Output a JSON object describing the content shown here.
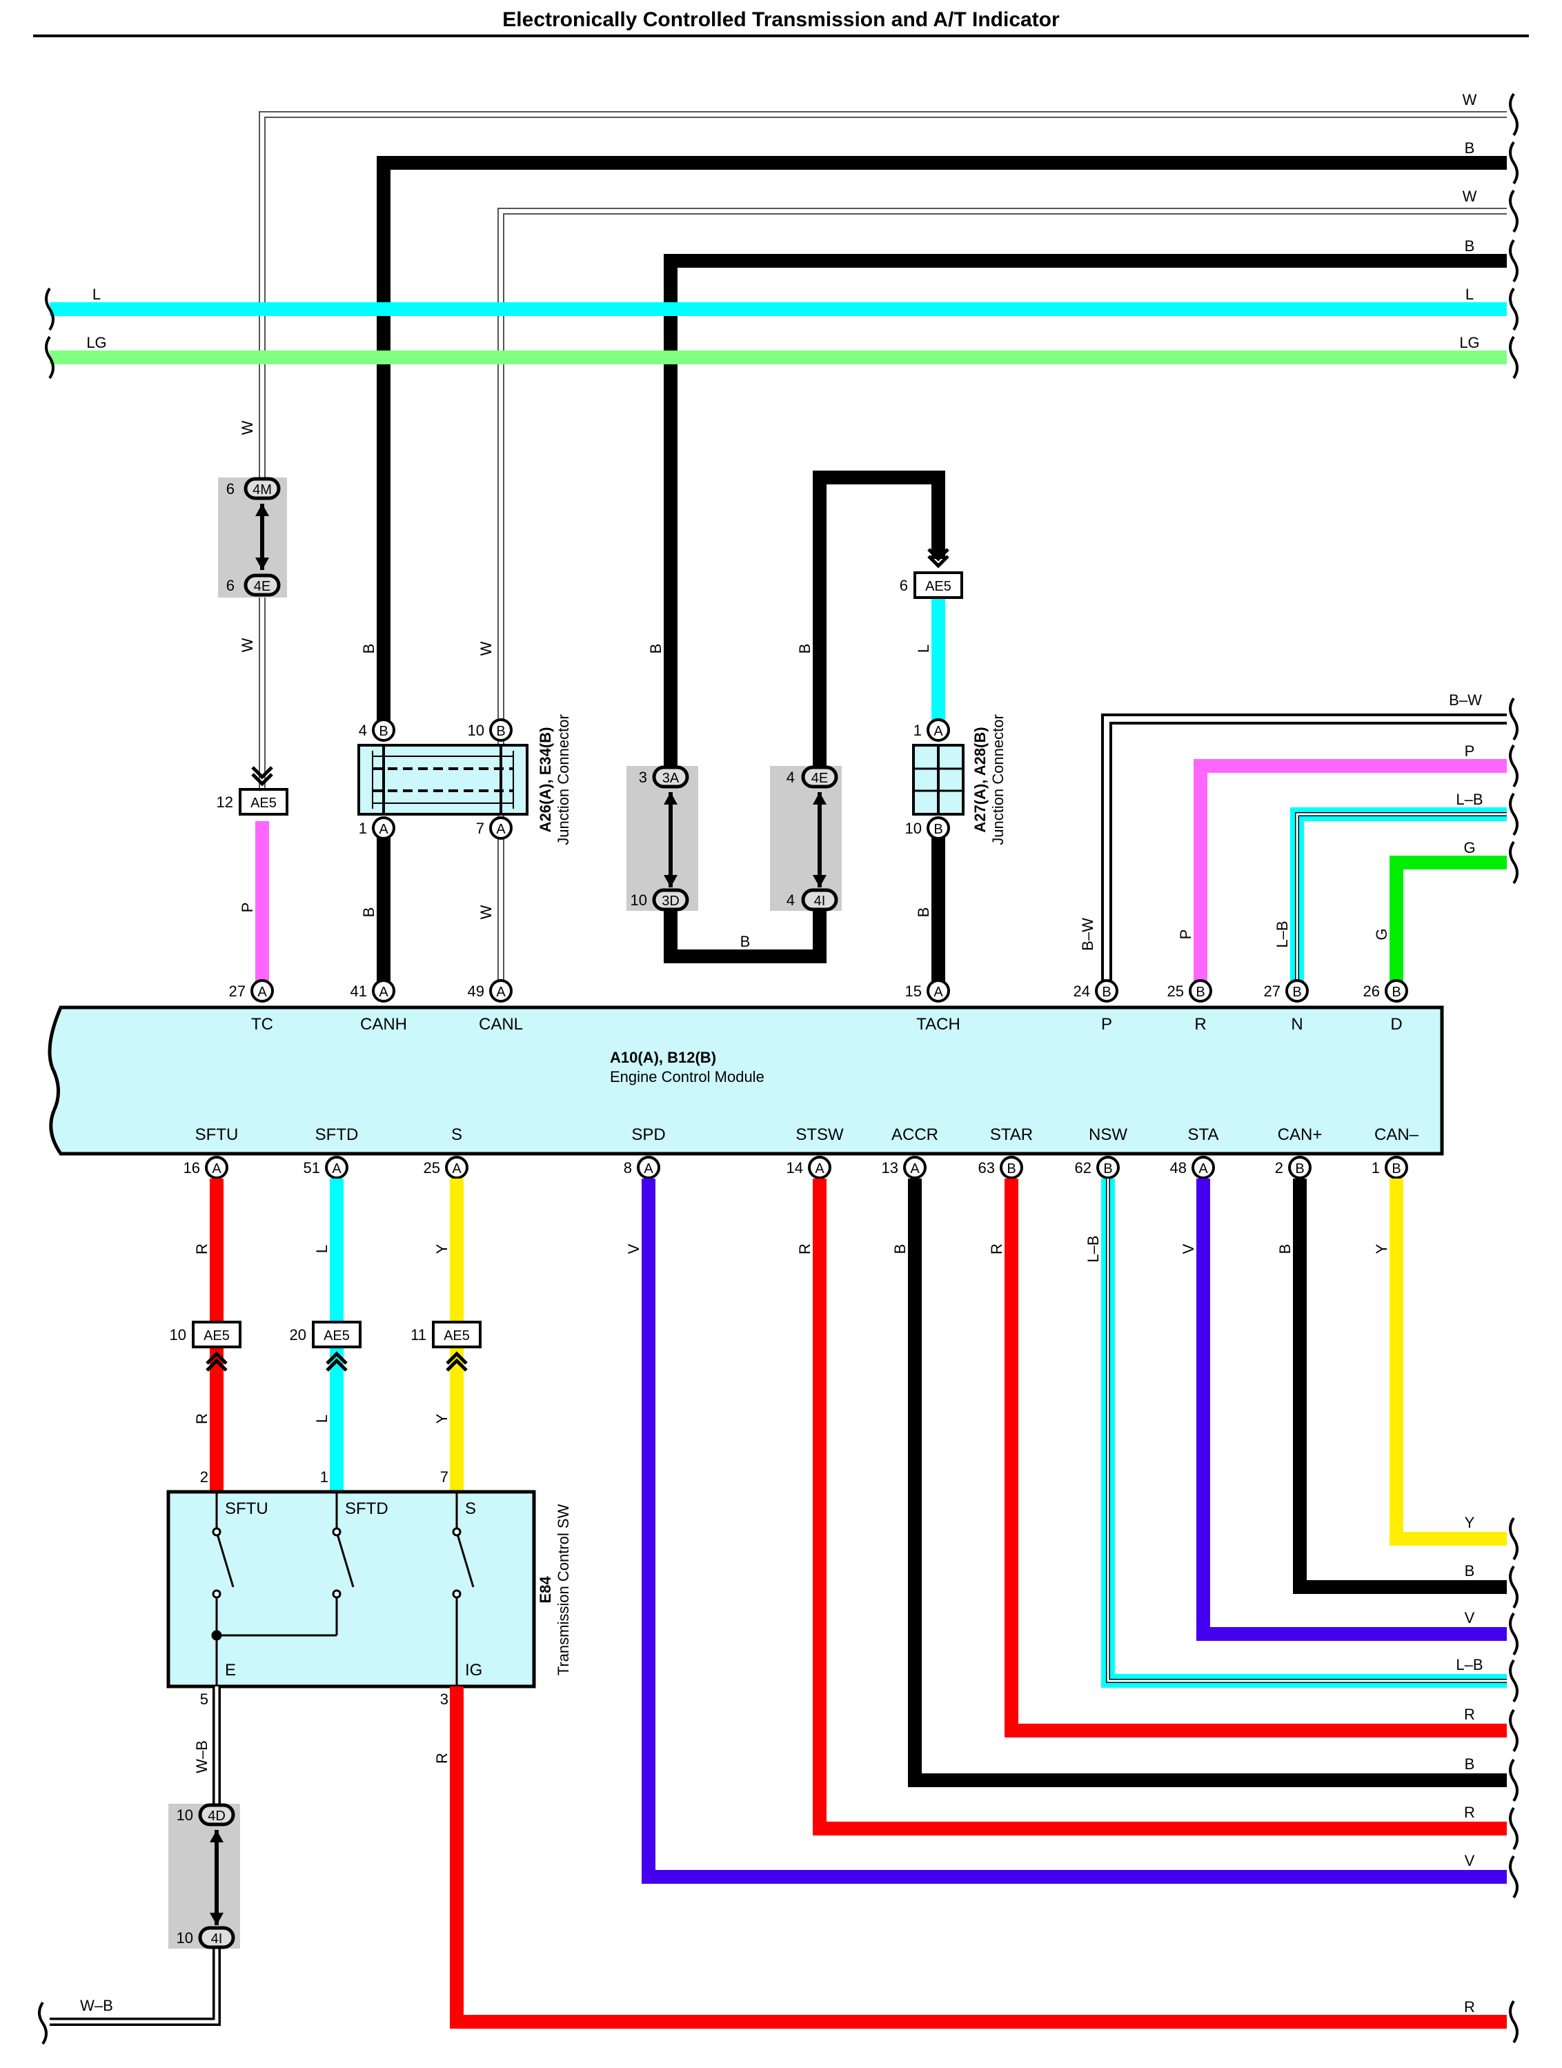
{
  "title": "Electronically Controlled Transmission and A/T Indicator",
  "colors": {
    "W": "#ffffff",
    "B": "#000000",
    "L": "#00ffff",
    "LG": "#80ff80",
    "P": "#ff66ff",
    "G": "#00ee00",
    "R": "#ff0000",
    "Y": "#ffee00",
    "V": "#4400ee",
    "module_fill": "#ccf7fb",
    "connector_shade": "#cccccc"
  },
  "top_wires": [
    "W",
    "B",
    "W",
    "B",
    "L",
    "LG"
  ],
  "right_wires_upper": [
    "B–W",
    "P",
    "L–B",
    "G"
  ],
  "right_wires_lower": [
    "Y",
    "B",
    "V",
    "L–B",
    "R",
    "B",
    "R",
    "V",
    "R"
  ],
  "left_wires": [
    "L",
    "LG",
    "W–B"
  ],
  "ecm": {
    "code": "A10(A), B12(B)",
    "name": "Engine Control Module",
    "top_pins": [
      {
        "num": "27",
        "conn": "A",
        "signal": "TC",
        "wire": "P"
      },
      {
        "num": "41",
        "conn": "A",
        "signal": "CANH",
        "wire": "B"
      },
      {
        "num": "49",
        "conn": "A",
        "signal": "CANL",
        "wire": "W"
      },
      {
        "num": "15",
        "conn": "A",
        "signal": "TACH",
        "wire": "B"
      },
      {
        "num": "24",
        "conn": "B",
        "signal": "P",
        "wire": "B–W"
      },
      {
        "num": "25",
        "conn": "B",
        "signal": "R",
        "wire": "P"
      },
      {
        "num": "27",
        "conn": "B",
        "signal": "N",
        "wire": "L–B"
      },
      {
        "num": "26",
        "conn": "B",
        "signal": "D",
        "wire": "G"
      }
    ],
    "bottom_pins": [
      {
        "num": "16",
        "conn": "A",
        "signal": "SFTU",
        "wire": "R"
      },
      {
        "num": "51",
        "conn": "A",
        "signal": "SFTD",
        "wire": "L"
      },
      {
        "num": "25",
        "conn": "A",
        "signal": "S",
        "wire": "Y"
      },
      {
        "num": "8",
        "conn": "A",
        "signal": "SPD",
        "wire": "V"
      },
      {
        "num": "14",
        "conn": "A",
        "signal": "STSW",
        "wire": "R"
      },
      {
        "num": "13",
        "conn": "A",
        "signal": "ACCR",
        "wire": "B"
      },
      {
        "num": "63",
        "conn": "B",
        "signal": "STAR",
        "wire": "R"
      },
      {
        "num": "62",
        "conn": "B",
        "signal": "NSW",
        "wire": "L–B"
      },
      {
        "num": "48",
        "conn": "A",
        "signal": "STA",
        "wire": "V"
      },
      {
        "num": "2",
        "conn": "B",
        "signal": "CAN+",
        "wire": "B"
      },
      {
        "num": "1",
        "conn": "B",
        "signal": "CAN–",
        "wire": "Y"
      }
    ]
  },
  "junction1": {
    "code": "A26(A), E34(B)",
    "name": "Junction Connector",
    "pins": [
      {
        "num": "4",
        "conn": "B"
      },
      {
        "num": "10",
        "conn": "B"
      },
      {
        "num": "1",
        "conn": "A"
      },
      {
        "num": "7",
        "conn": "A"
      }
    ]
  },
  "junction2": {
    "code": "A27(A), A28(B)",
    "name": "Junction Connector",
    "pins": [
      {
        "num": "1",
        "conn": "A"
      },
      {
        "num": "10",
        "conn": "B"
      }
    ]
  },
  "inline": [
    {
      "upper": "4M",
      "upper_num": "6",
      "lower": "4E",
      "lower_num": "6"
    },
    {
      "upper": "3A",
      "upper_num": "3",
      "lower": "3D",
      "lower_num": "10"
    },
    {
      "upper": "4E",
      "upper_num": "4",
      "lower": "4I",
      "lower_num": "4"
    },
    {
      "upper": "4D",
      "upper_num": "10",
      "lower": "4I",
      "lower_num": "10"
    }
  ],
  "ae5": {
    "label": "AE5",
    "tc_num": "12",
    "tach_num": "6",
    "sftu_num": "10",
    "sftd_num": "20",
    "s_num": "11"
  },
  "switch": {
    "code": "E84",
    "name": "Transmission Control SW",
    "labels": [
      "SFTU",
      "SFTD",
      "S",
      "E",
      "IG"
    ],
    "pins": [
      "2",
      "1",
      "7",
      "5",
      "3"
    ]
  },
  "misc_labels": {
    "loop_wire": "B",
    "e_wire": "W–B",
    "ig_wire": "R"
  }
}
